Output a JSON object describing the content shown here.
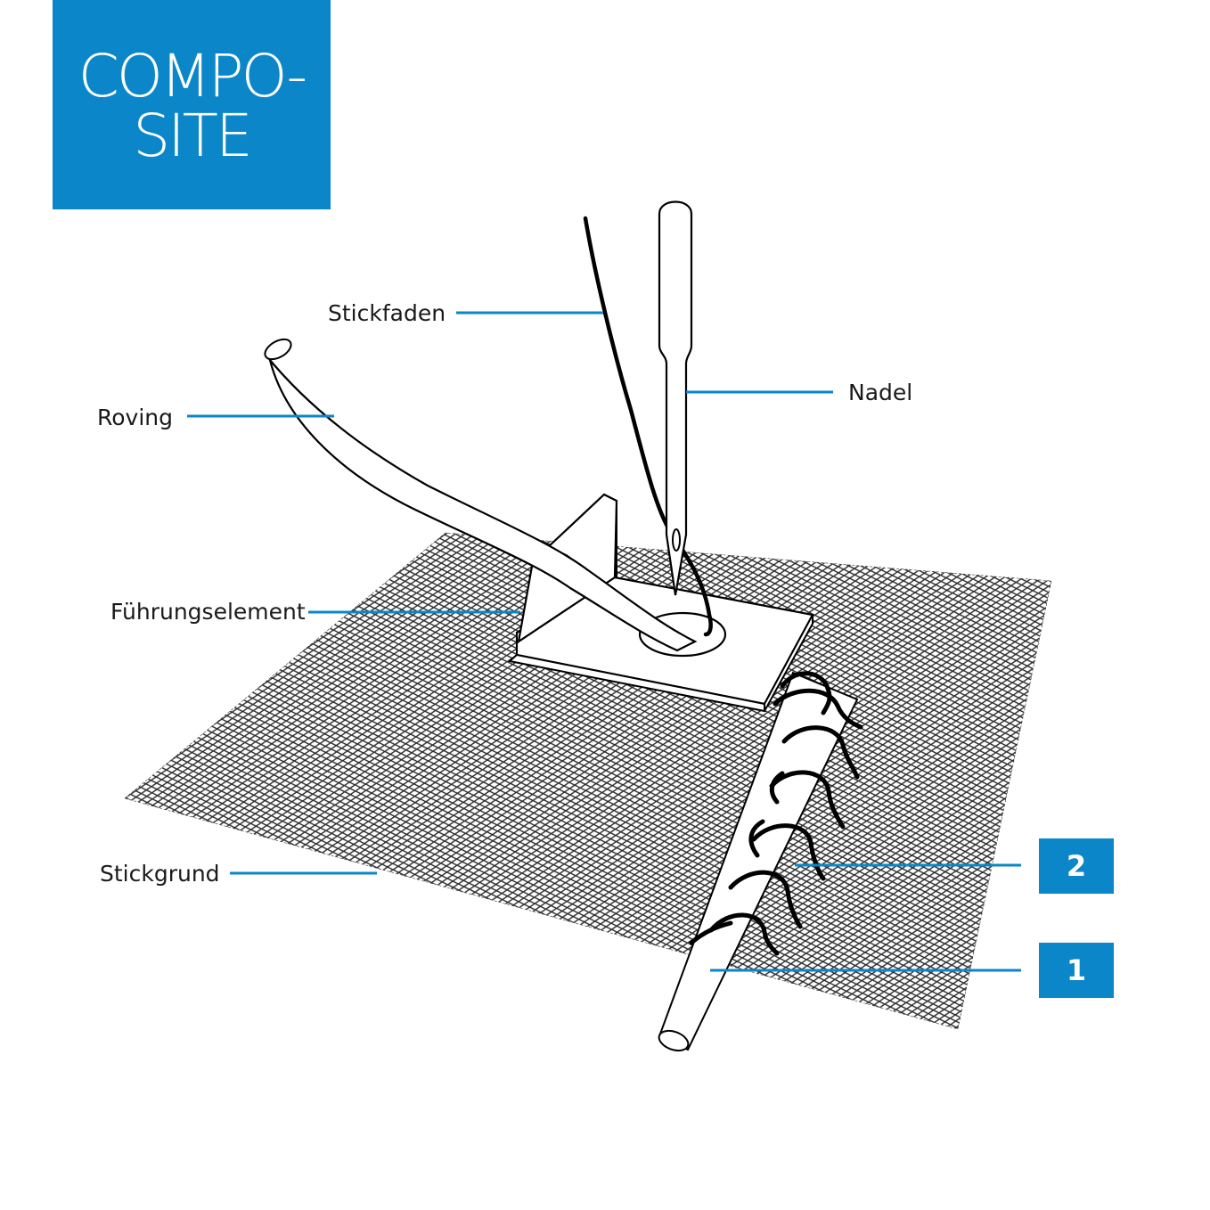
{
  "logo": {
    "line1": "COMPO-",
    "line2": "SITE"
  },
  "labels": {
    "stickfaden": "Stickfaden",
    "nadel": "Nadel",
    "roving": "Roving",
    "fuehrungselement": "Führungselement",
    "stickgrund": "Stickgrund"
  },
  "badges": {
    "two": "2",
    "one": "1"
  },
  "colors": {
    "accent": "#0a86c9",
    "line": "#000000",
    "mesh": "#2b2b2b"
  }
}
